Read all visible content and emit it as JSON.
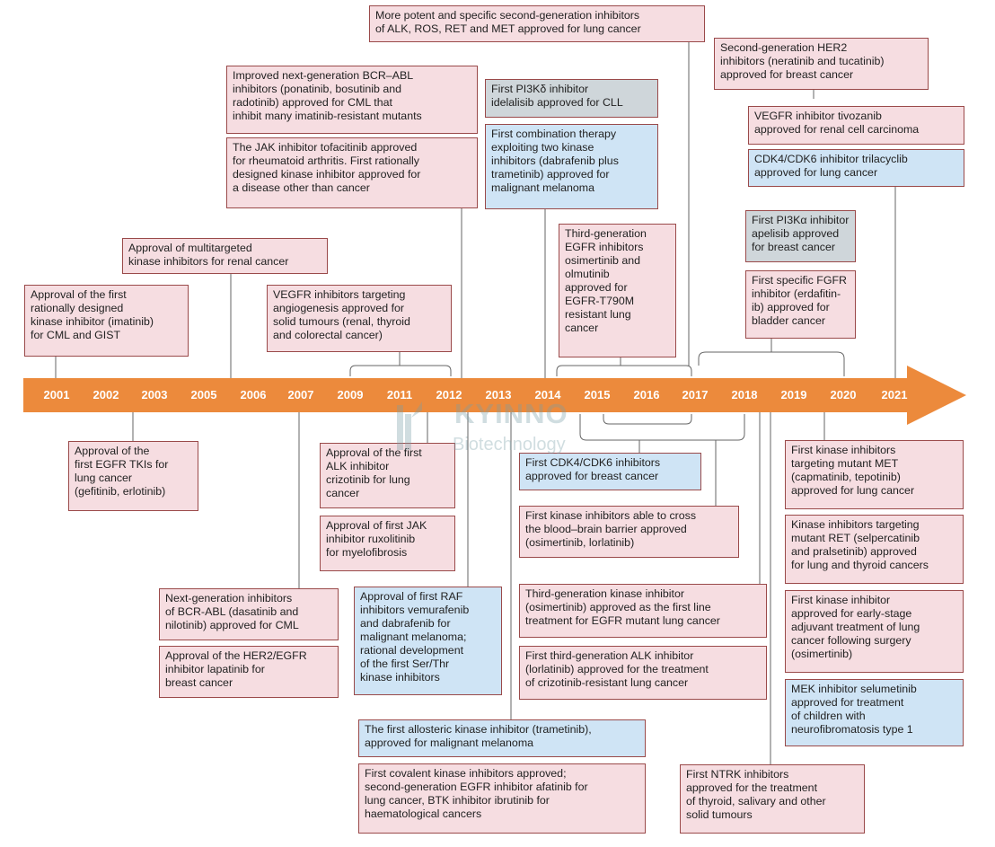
{
  "timeline": {
    "years": [
      "2001",
      "2002",
      "2003",
      "2005",
      "2006",
      "2007",
      "2009",
      "2011",
      "2012",
      "2013",
      "2014",
      "2015",
      "2016",
      "2017",
      "2018",
      "2019",
      "2020",
      "2021"
    ]
  },
  "events": {
    "e2001": "Approval of the first rationally designed kinase inhibitor (imatinib) for CML and GIST",
    "e2003a": "Approval of the first EGFR TKIs for lung cancer (gefitinib, erlotinib)",
    "e2005": "Approval of multitargeted kinase inhibitors for renal cancer",
    "e2006": "Next-generation inhibitors of BCR-ABL (dasatinib and nilotinib) approved for CML",
    "e2007": "Approval of the HER2/EGFR inhibitor lapatinib for breast cancer",
    "e2009": "VEGFR inhibitors targeting angiogenesis approved for solid tumours (renal, thyroid and colorectal cancer)",
    "e2011a": "Approval of the first ALK inhibitor crizotinib for lung cancer",
    "e2011b": "Approval of first JAK inhibitor ruxolitinib for myelofibrosis",
    "e2011c": "Approval of first RAF inhibitors vemurafenib and dabrafenib for malignant melanoma; rational development of the first Ser/Thr kinase inhibitors",
    "e2012a": "Improved next-generation BCR–ABL inhibitors (ponatinib, bosutinib and radotinib) approved for CML that inhibit many imatinib-resistant mutants",
    "e2012b": "The JAK inhibitor tofacitinib approved for rheumatoid arthritis. First rationally designed kinase inhibitor approved for a disease other than cancer",
    "e2013a": "The first allosteric kinase inhibitor (trametinib), approved for malignant melanoma",
    "e2013b": "First covalent kinase inhibitors approved; second-generation EGFR inhibitor afatinib for lung cancer, BTK inhibitor ibrutinib for haematological cancers",
    "e2014a": "First PI3Kδ inhibitor idelalisib approved for CLL",
    "e2014b": "First combination therapy exploiting two kinase inhibitors (dabrafenib plus trametinib) approved for malignant melanoma",
    "e2015a": "Third-generation EGFR inhibitors osimertinib and olmutinib approved for EGFR-T790M resistant lung cancer",
    "e2015b": "First CDK4/CDK6 inhibitors approved for breast cancer",
    "e2015c": "First kinase inhibitors able to cross the blood–brain barrier approved (osimertinib, lorlatinib)",
    "e2015d": "Third-generation kinase inhibitor (osimertinib) approved as the first line treatment for EGFR mutant lung cancer",
    "e2015e": "First third-generation ALK inhibitor (lorlatinib) approved for the treatment of crizotinib-resistant lung cancer",
    "e2017": "More potent and specific second-generation inhibitors of ALK, ROS, RET and MET approved for lung cancer",
    "e2018": "First NTRK inhibitors approved for the treatment of thyroid, salivary and other solid tumours",
    "e2019a": "First PI3Kα inhibitor apelisib approved for breast cancer",
    "e2019b": "First specific FGFR inhibitor (erdafitin-ib) approved for bladder cancer",
    "e2020a": "Second-generation HER2 inhibitors (neratinib and tucatinib) approved for breast cancer",
    "e2020b": "First kinase inhibitors targeting mutant MET (capmatinib, tepotinib) approved for lung cancer",
    "e2020c": "Kinase inhibitors targeting mutant RET (selpercatinib and pralsetinib) approved for lung and thyroid cancers",
    "e2020d": "First kinase inhibitor approved for early-stage adjuvant treatment of lung cancer following surgery (osimertinib)",
    "e2020e": "MEK inhibitor selumetinib approved for treatment of children with neurofibromatosis type 1",
    "e2021a": "VEGFR inhibitor tivozanib approved for renal cell carcinoma",
    "e2021b": "CDK4/CDK6 inhibitor trilacyclib approved for lung cancer"
  },
  "box_lines": {
    "e2001": "Approval of the first\nrationally designed\nkinase inhibitor (imatinib)\nfor CML and GIST",
    "e2003a": "Approval of the\nfirst EGFR TKIs for\nlung cancer\n(gefitinib, erlotinib)",
    "e2005": "Approval of multitargeted\nkinase inhibitors for renal cancer",
    "e2006": "Next-generation inhibitors\nof BCR-ABL (dasatinib and\nnilotinib) approved for CML",
    "e2007": "Approval of the HER2/EGFR\ninhibitor lapatinib for\nbreast cancer",
    "e2009": "VEGFR inhibitors targeting\nangiogenesis approved for\nsolid tumours (renal, thyroid\nand colorectal cancer)",
    "e2011a": "Approval of the first\nALK inhibitor\ncrizotinib for lung\ncancer",
    "e2011b": "Approval of first JAK\ninhibitor ruxolitinib\nfor myelofibrosis",
    "e2011c": "Approval of first RAF\ninhibitors vemurafenib\nand dabrafenib for\nmalignant melanoma;\nrational development\nof the first Ser/Thr\nkinase inhibitors",
    "e2012a": "Improved next-generation BCR–ABL\ninhibitors (ponatinib, bosutinib and\nradotinib) approved for CML that\ninhibit many imatinib-resistant mutants",
    "e2012b": "The JAK inhibitor tofacitinib approved\nfor rheumatoid arthritis. First rationally\ndesigned kinase inhibitor approved for\na disease other than cancer",
    "e2013a": "The first allosteric kinase inhibitor (trametinib),\napproved for malignant melanoma",
    "e2013b": "First covalent kinase inhibitors approved;\nsecond-generation EGFR inhibitor afatinib for\nlung cancer, BTK inhibitor ibrutinib for\nhaematological cancers",
    "e2014a": "First PI3Kδ inhibitor\nidelalisib approved for CLL",
    "e2014b": "First combination therapy\nexploiting two kinase\ninhibitors (dabrafenib plus\ntrametinib) approved for\nmalignant melanoma",
    "e2015a": "Third-generation\nEGFR inhibitors\nosimertinib and\nolmutinib\napproved for\nEGFR-T790M\nresistant lung\ncancer",
    "e2015b": "First CDK4/CDK6 inhibitors\napproved for breast cancer",
    "e2015c": "First kinase inhibitors able to cross\nthe blood–brain barrier approved\n(osimertinib, lorlatinib)",
    "e2015d": "Third-generation kinase inhibitor\n(osimertinib) approved as the first line\ntreatment for EGFR mutant lung cancer",
    "e2015e": "First third-generation ALK inhibitor\n(lorlatinib) approved for the treatment\nof crizotinib-resistant lung cancer",
    "e2017": "More potent and specific second-generation inhibitors\nof ALK, ROS, RET and MET approved for lung cancer",
    "e2018": "First NTRK inhibitors\napproved for the treatment\nof thyroid, salivary and other\nsolid tumours",
    "e2019a": "First PI3Kα inhibitor\napelisib approved\nfor breast cancer",
    "e2019b": "First specific FGFR\ninhibitor (erdafitin-\nib) approved for\nbladder cancer",
    "e2020a": "Second-generation HER2\ninhibitors (neratinib and tucatinib)\napproved for breast cancer",
    "e2020b": "First kinase inhibitors\ntargeting mutant MET\n(capmatinib, tepotinib)\napproved for lung cancer",
    "e2020c": "Kinase inhibitors targeting\nmutant RET (selpercatinib\nand pralsetinib) approved\nfor lung and thyroid cancers",
    "e2020d": "First kinase inhibitor\napproved for early-stage\nadjuvant treatment of lung\ncancer following surgery\n(osimertinib)",
    "e2020e": "MEK inhibitor selumetinib\napproved for treatment\nof children with\nneurofibromatosis type 1",
    "e2021a": "VEGFR inhibitor tivozanib\napproved for renal cell carcinoma",
    "e2021b": "CDK4/CDK6 inhibitor trilacyclib\napproved for lung cancer"
  },
  "watermark": {
    "title": "KYINNO",
    "subtitle": "Biotechnology"
  },
  "colors": {
    "arrow": "#ec8a3c",
    "pink": "#f6dde1",
    "blue": "#cfe4f5",
    "grey": "#cfd6da",
    "border": "#9a4a4a"
  }
}
